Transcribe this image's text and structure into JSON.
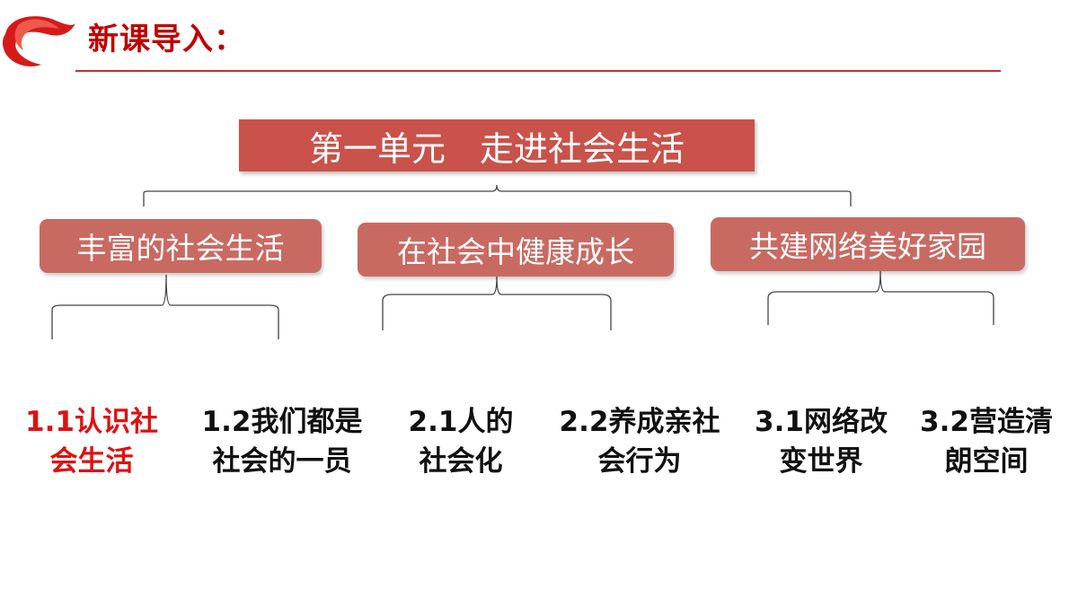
{
  "header": {
    "title": "新课导入："
  },
  "unit": {
    "title": "第一单元　走进社会生活"
  },
  "topics": [
    {
      "label": "丰富的社会生活"
    },
    {
      "label": "在社会中健康成长"
    },
    {
      "label": "共建网络美好家园"
    }
  ],
  "lessons": [
    {
      "line1": "1.1认识社",
      "line2": "会生活",
      "active": true
    },
    {
      "line1": "1.2我们都是",
      "line2": "社会的一员",
      "active": false
    },
    {
      "line1": "2.1人的",
      "line2": "社会化",
      "active": false
    },
    {
      "line1": "2.2养成亲社",
      "line2": "会行为",
      "active": false
    },
    {
      "line1": "3.1网络改",
      "line2": "变世界",
      "active": false
    },
    {
      "line1": "3.2营造清",
      "line2": "朗空间",
      "active": false
    }
  ],
  "colors": {
    "accent": "#c00000",
    "unit_box": "#c9524a",
    "topic_box": "#c96a62",
    "active_lesson": "#e01010"
  }
}
